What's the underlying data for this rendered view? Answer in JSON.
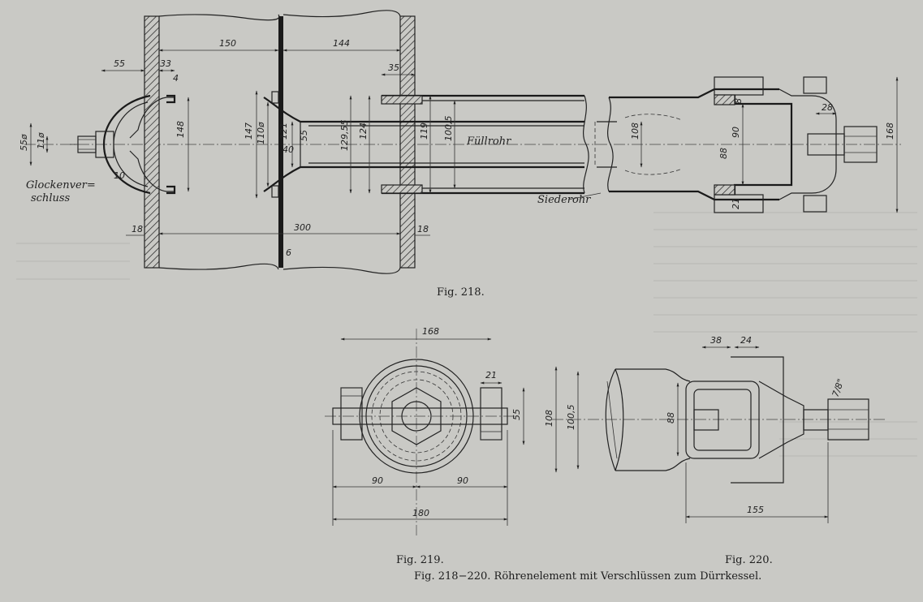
{
  "figure_218": {
    "caption": "Fig. 218.",
    "labels": {
      "glocken_line1": "Glockenver=",
      "glocken_line2": "schluss",
      "fuellrohr": "Füllrohr",
      "siederohr": "Siederohr"
    },
    "dimensions": {
      "d150": "150",
      "d144": "144",
      "d55_top": "55",
      "d33": "33",
      "d4": "4",
      "d35": "35",
      "d148": "148",
      "d147": "147",
      "d110": "110ø",
      "d121": "121",
      "d40": "40",
      "d55_mid": "55",
      "d12955": "129,55",
      "d124": "124",
      "d119": "119",
      "d1005": "100,5",
      "d108": "108",
      "d90": "90",
      "d88": "88",
      "d168": "168",
      "d28": "28",
      "d8": "8",
      "d21": "21",
      "d55dia": "55ø",
      "d11": "11ø",
      "d10": "10",
      "d18_left": "18",
      "d18_right": "18",
      "d300": "300",
      "d6": "6"
    }
  },
  "figure_219": {
    "caption": "Fig. 219.",
    "dimensions": {
      "d168": "168",
      "d21": "21",
      "d55": "55",
      "d90a": "90",
      "d90b": "90",
      "d180": "180"
    }
  },
  "figure_220": {
    "caption": "Fig. 220.",
    "dimensions": {
      "d38": "38",
      "d24": "24",
      "d108": "108",
      "d1005": "100,5",
      "d88": "88",
      "d78": "7/8\"",
      "d155": "155"
    }
  },
  "main_caption": "Fig. 218−220.  Röhrenelement mit Verschlüssen zum Dürrkessel."
}
